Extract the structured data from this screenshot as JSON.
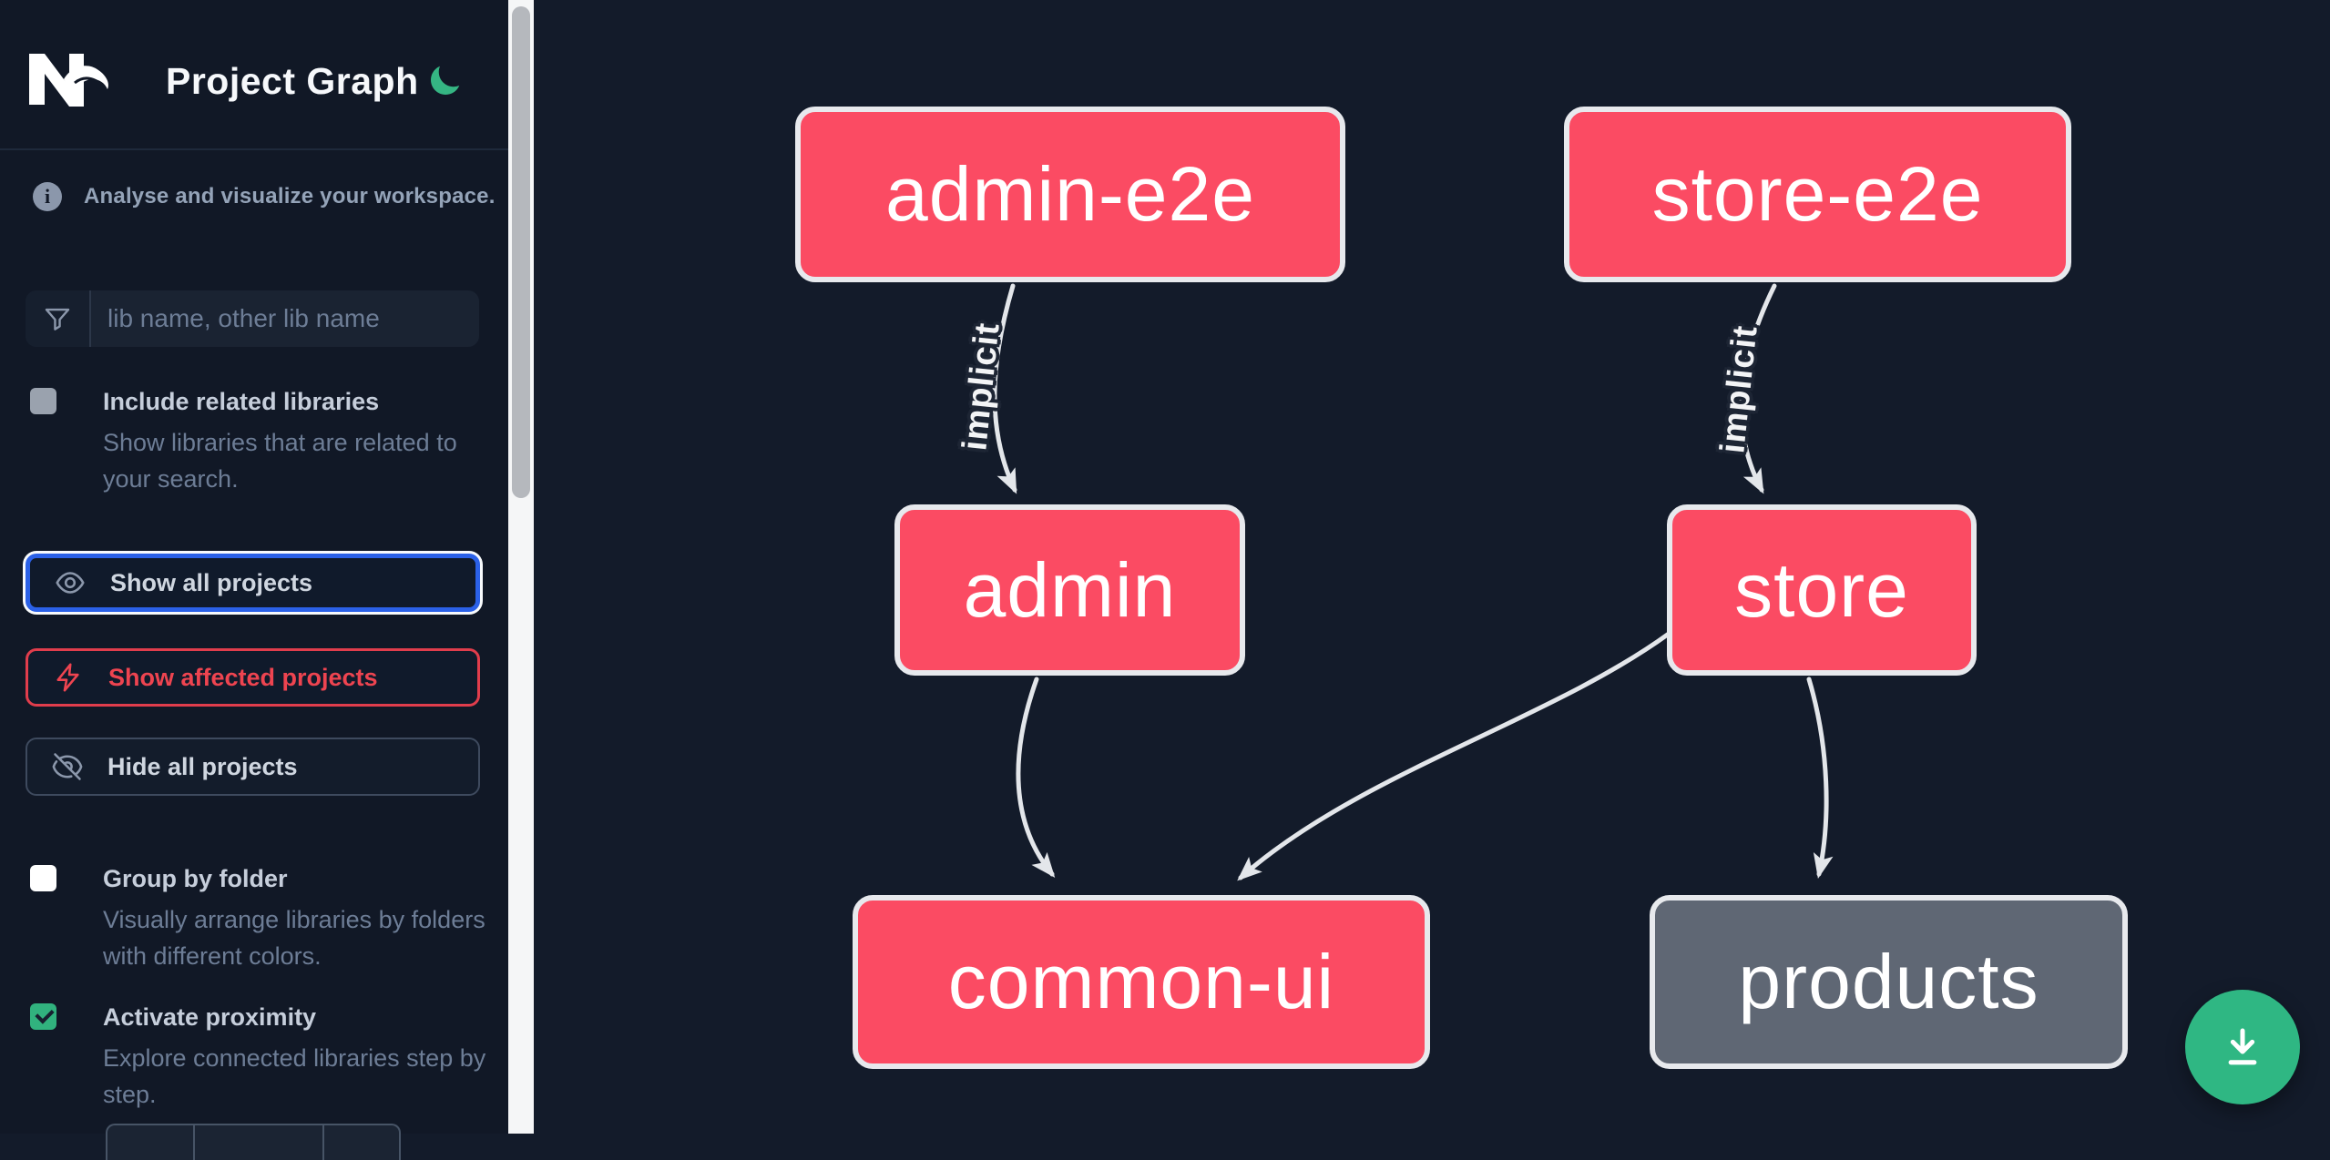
{
  "app": {
    "title": "Project Graph"
  },
  "colors": {
    "node_pink": "#fb4b63",
    "node_gray": "#5f6774",
    "accent_green": "#31b27e",
    "affected_red": "#e13d4c",
    "focus_blue": "#2b61e8",
    "edge": "#e3e6ea"
  },
  "sidebar": {
    "tagline": "Analyse and visualize your workspace.",
    "search": {
      "placeholder": "lib name, other lib name"
    },
    "options": [
      {
        "label": "Include related libraries",
        "description": "Show libraries that are related to your search.",
        "checked": false,
        "disabled": true
      },
      {
        "label": "Group by folder",
        "description": "Visually arrange libraries by folders with different colors.",
        "checked": false,
        "disabled": false
      },
      {
        "label": "Activate proximity",
        "description": "Explore connected libraries step by step.",
        "checked": true,
        "disabled": false
      }
    ],
    "buttons": [
      {
        "label": "Show all projects",
        "state": "focused"
      },
      {
        "label": "Show affected projects",
        "state": "affected"
      },
      {
        "label": "Hide all projects",
        "state": "default"
      }
    ]
  },
  "graph": {
    "nodes": [
      {
        "id": "admin-e2e",
        "label": "admin-e2e",
        "style": "pink"
      },
      {
        "id": "store-e2e",
        "label": "store-e2e",
        "style": "pink"
      },
      {
        "id": "admin",
        "label": "admin",
        "style": "pink"
      },
      {
        "id": "store",
        "label": "store",
        "style": "pink"
      },
      {
        "id": "common-ui",
        "label": "common-ui",
        "style": "pink"
      },
      {
        "id": "products",
        "label": "products",
        "style": "gray"
      }
    ],
    "edges": [
      {
        "from": "admin-e2e",
        "to": "admin",
        "label": "implicit"
      },
      {
        "from": "store-e2e",
        "to": "store",
        "label": "implicit"
      },
      {
        "from": "admin",
        "to": "common-ui",
        "label": ""
      },
      {
        "from": "store",
        "to": "common-ui",
        "label": ""
      },
      {
        "from": "store",
        "to": "products",
        "label": ""
      }
    ]
  },
  "icons": {
    "info_glyph": "i"
  }
}
